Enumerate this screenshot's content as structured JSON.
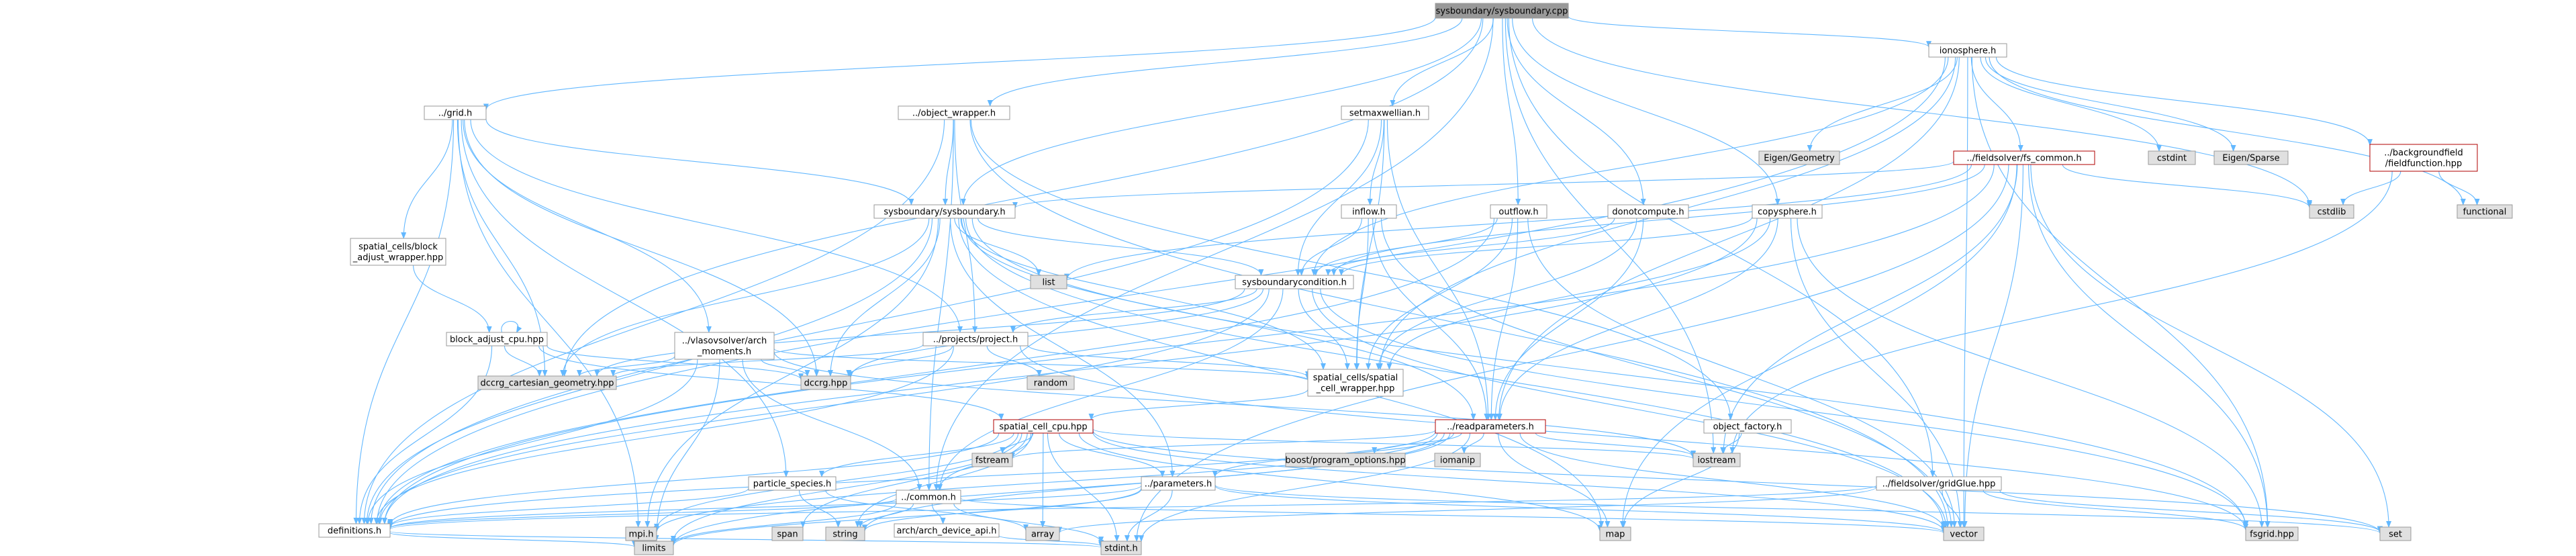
{
  "graph": {
    "colors": {
      "root_fill": "#999999",
      "node_fill": "#ffffff",
      "system_fill": "#e0e0e0",
      "node_border": "#9a9a9a",
      "incomplete_border": "#b20000",
      "edge": "#63b8ff"
    },
    "nodes": [
      {
        "id": "root",
        "lines": [
          "sysboundary/sysboundary.cpp"
        ],
        "kind": "root"
      },
      {
        "id": "ionosphere",
        "lines": [
          "ionosphere.h"
        ],
        "kind": "file"
      },
      {
        "id": "grid",
        "lines": [
          "../grid.h"
        ],
        "kind": "file"
      },
      {
        "id": "objwrap",
        "lines": [
          "../object_wrapper.h"
        ],
        "kind": "file"
      },
      {
        "id": "setmax",
        "lines": [
          "setmaxwellian.h"
        ],
        "kind": "file"
      },
      {
        "id": "eigengeo",
        "lines": [
          "Eigen/Geometry"
        ],
        "kind": "system"
      },
      {
        "id": "fscommon",
        "lines": [
          "../fieldsolver/fs_common.h"
        ],
        "kind": "incomplete"
      },
      {
        "id": "cstdint",
        "lines": [
          "cstdint"
        ],
        "kind": "system"
      },
      {
        "id": "eigensparse",
        "lines": [
          "Eigen/Sparse"
        ],
        "kind": "system"
      },
      {
        "id": "bgfield",
        "lines": [
          "../backgroundfield",
          "/fieldfunction.hpp"
        ],
        "kind": "incomplete"
      },
      {
        "id": "cstdlib",
        "lines": [
          "cstdlib"
        ],
        "kind": "system"
      },
      {
        "id": "functional",
        "lines": [
          "functional"
        ],
        "kind": "system"
      },
      {
        "id": "sysbnd",
        "lines": [
          "sysboundary/sysboundary.h"
        ],
        "kind": "file"
      },
      {
        "id": "inflow",
        "lines": [
          "inflow.h"
        ],
        "kind": "file"
      },
      {
        "id": "outflow",
        "lines": [
          "outflow.h"
        ],
        "kind": "file"
      },
      {
        "id": "donot",
        "lines": [
          "donotcompute.h"
        ],
        "kind": "file"
      },
      {
        "id": "copysphere",
        "lines": [
          "copysphere.h"
        ],
        "kind": "file"
      },
      {
        "id": "spblock",
        "lines": [
          "spatial_cells/block",
          "_adjust_wrapper.hpp"
        ],
        "kind": "file"
      },
      {
        "id": "list",
        "lines": [
          "list"
        ],
        "kind": "system"
      },
      {
        "id": "sbcond",
        "lines": [
          "sysboundarycondition.h"
        ],
        "kind": "file"
      },
      {
        "id": "blockadj",
        "lines": [
          "block_adjust_cpu.hpp"
        ],
        "kind": "file"
      },
      {
        "id": "vlasovmom",
        "lines": [
          "../vlasovsolver/arch",
          "_moments.h"
        ],
        "kind": "file"
      },
      {
        "id": "projects",
        "lines": [
          "../projects/project.h"
        ],
        "kind": "file"
      },
      {
        "id": "dccgcart",
        "lines": [
          "dccrg_cartesian_geometry.hpp"
        ],
        "kind": "system"
      },
      {
        "id": "dccrg",
        "lines": [
          "dccrg.hpp"
        ],
        "kind": "system"
      },
      {
        "id": "random",
        "lines": [
          "random"
        ],
        "kind": "system"
      },
      {
        "id": "spcellwrap",
        "lines": [
          "spatial_cells/spatial",
          "_cell_wrapper.hpp"
        ],
        "kind": "file"
      },
      {
        "id": "spcellcpu",
        "lines": [
          "spatial_cell_cpu.hpp"
        ],
        "kind": "incomplete"
      },
      {
        "id": "readparams",
        "lines": [
          "../readparameters.h"
        ],
        "kind": "incomplete"
      },
      {
        "id": "objfactory",
        "lines": [
          "object_factory.h"
        ],
        "kind": "file"
      },
      {
        "id": "fstream",
        "lines": [
          "fstream"
        ],
        "kind": "system"
      },
      {
        "id": "particle",
        "lines": [
          "particle_species.h"
        ],
        "kind": "file"
      },
      {
        "id": "common",
        "lines": [
          "../common.h"
        ],
        "kind": "file"
      },
      {
        "id": "parameters",
        "lines": [
          "../parameters.h"
        ],
        "kind": "file"
      },
      {
        "id": "boostpo",
        "lines": [
          "boost/program_options.hpp"
        ],
        "kind": "system"
      },
      {
        "id": "iomanip",
        "lines": [
          "iomanip"
        ],
        "kind": "system"
      },
      {
        "id": "iostream",
        "lines": [
          "iostream"
        ],
        "kind": "system"
      },
      {
        "id": "gridglue",
        "lines": [
          "../fieldsolver/gridGlue.hpp"
        ],
        "kind": "file"
      },
      {
        "id": "definitions",
        "lines": [
          "definitions.h"
        ],
        "kind": "file"
      },
      {
        "id": "mpi",
        "lines": [
          "mpi.h"
        ],
        "kind": "system"
      },
      {
        "id": "span",
        "lines": [
          "span"
        ],
        "kind": "system"
      },
      {
        "id": "string",
        "lines": [
          "string"
        ],
        "kind": "system"
      },
      {
        "id": "archdev",
        "lines": [
          "arch/arch_device_api.h"
        ],
        "kind": "file"
      },
      {
        "id": "array",
        "lines": [
          "array"
        ],
        "kind": "system"
      },
      {
        "id": "map",
        "lines": [
          "map"
        ],
        "kind": "system"
      },
      {
        "id": "vector",
        "lines": [
          "vector"
        ],
        "kind": "system"
      },
      {
        "id": "fsgrid",
        "lines": [
          "fsgrid.hpp"
        ],
        "kind": "system"
      },
      {
        "id": "set",
        "lines": [
          "set"
        ],
        "kind": "system"
      },
      {
        "id": "limits",
        "lines": [
          "limits"
        ],
        "kind": "system"
      },
      {
        "id": "stdint",
        "lines": [
          "stdint.h"
        ],
        "kind": "system"
      }
    ]
  }
}
